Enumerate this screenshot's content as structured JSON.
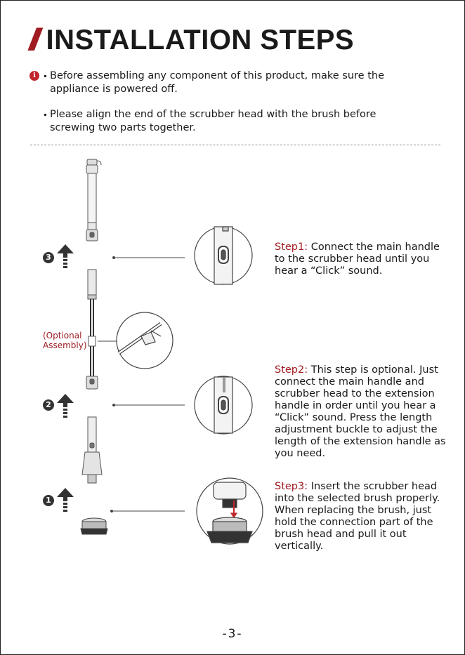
{
  "header": {
    "slashes": "//",
    "title": "INSTALLATION STEPS"
  },
  "notes": [
    {
      "icon": "info-icon",
      "text": "Before assembling any component of this product, make sure the appliance is powered off."
    },
    {
      "icon": "",
      "text": "Please align the end of the scrubber head with the brush before screwing two parts together."
    }
  ],
  "optional_label": "(Optional Assembly)",
  "numbers": [
    "3",
    "2",
    "1"
  ],
  "steps": [
    {
      "label": "Step1:",
      "text": " Connect the main handle to the scrubber head until you hear a “Click” sound."
    },
    {
      "label": "Step2:",
      "text": " This step is optional. Just connect the main handle and scrubber head to the extension handle in order until you hear a “Click” sound. Press the length adjustment buckle to adjust the length of the extension handle as you need."
    },
    {
      "label": "Step3:",
      "text": " Insert the scrubber head into the selected brush properly. When replacing the brush, just hold the connection part of the brush head and pull it out vertically."
    }
  ],
  "page_number": "-3-",
  "colors": {
    "accent": "#a01c22",
    "text": "#1a1a1a"
  }
}
